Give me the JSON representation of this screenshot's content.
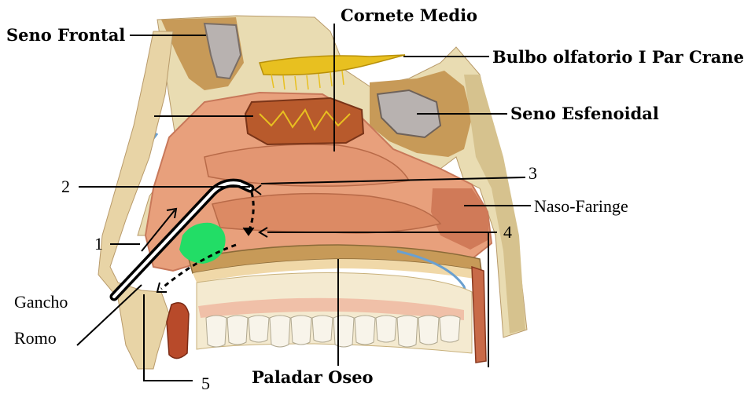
{
  "labels": {
    "seno_frontal": "Seno Frontal",
    "cornete_medio": "Cornete Medio",
    "bulbo_olfatorio": "Bulbo olfatorio I Par Craneal",
    "seno_esfenoidal": "Seno Esfenoidal",
    "naso_faringe": "Naso-Faringe",
    "paladar_oseo": "Paladar Oseo",
    "gancho": "Gancho",
    "romo": "Romo",
    "num_1": "1",
    "num_2": "2",
    "num_3": "3",
    "num_4": "4",
    "num_5": "5"
  },
  "colors": {
    "bone": "#e9dcb2",
    "bone_spongy": "#c79a58",
    "mucosa": "#e8a07c",
    "mucosa_dark": "#d07a58",
    "turbinate": "#b85a2c",
    "sinus": "#b8b2b0",
    "olfactory_bulb": "#e8c020",
    "tumor_green": "#22dd66",
    "periosteum_blue": "#6aa0d0",
    "teeth": "#f8f4ea",
    "gum": "#f0c0a8"
  }
}
